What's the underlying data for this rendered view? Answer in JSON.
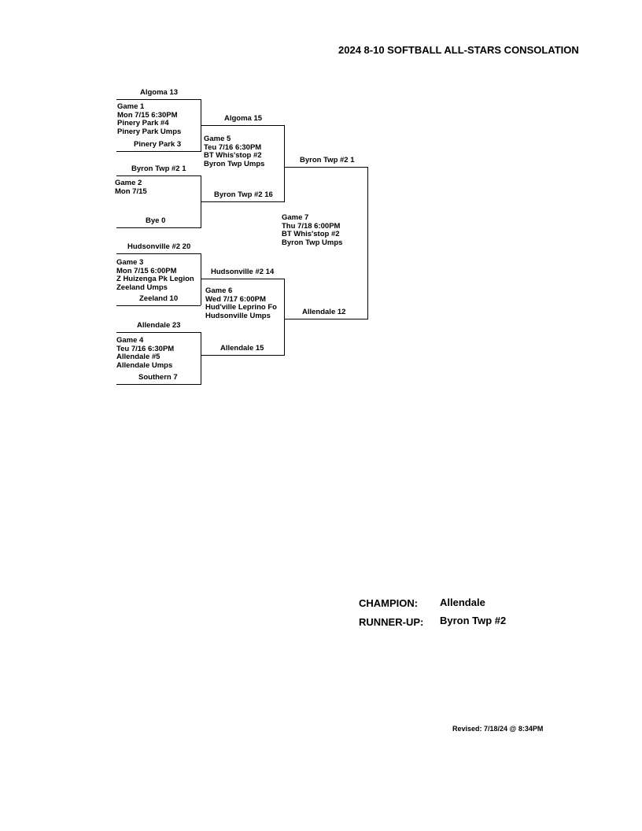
{
  "title": "2024 8-10 SOFTBALL ALL-STARS CONSOLATION",
  "round1": [
    {
      "top": "Algoma  13",
      "bottom": "Pinery Park  3",
      "game": "Game 1",
      "date": "Mon  7/15  6:30PM",
      "field": "Pinery Park #4",
      "umps": "Pinery Park Umps"
    },
    {
      "top": "Byron Twp #2  1",
      "bottom": "Bye  0",
      "game": "Game 2",
      "date": "Mon  7/15"
    },
    {
      "top": "Hudsonville #2  20",
      "bottom": "Zeeland  10",
      "game": "Game 3",
      "date": "Mon  7/15  6:00PM",
      "field": "Z Huizenga Pk Legion",
      "umps": "Zeeland Umps"
    },
    {
      "top": "Allendale  23",
      "bottom": "Southern  7",
      "game": "Game 4",
      "date": "Teu  7/16  6:30PM",
      "field": "Allendale #5",
      "umps": "Allendale Umps"
    }
  ],
  "round2": [
    {
      "top": "Algoma  15",
      "bottom": "Byron Twp #2  16",
      "game": "Game 5",
      "date": "Teu  7/16  6:30PM",
      "field": "BT Whis'stop #2",
      "umps": "Byron Twp Umps"
    },
    {
      "top": "Hudsonville #2  14",
      "bottom": "Allendale  15",
      "game": "Game 6",
      "date": "Wed  7/17  6:00PM",
      "field": "Hud'ville Leprino Fo",
      "umps": "Hudsonville Umps"
    }
  ],
  "final": {
    "top": "Byron Twp #2  1",
    "bottom": "Allendale  12",
    "game": "Game 7",
    "date": "Thu  7/18  6:00PM",
    "field": "BT Whis'stop #2",
    "umps": "Byron Twp Umps"
  },
  "results": {
    "champion_label": "CHAMPION:",
    "champion": "Allendale",
    "runner_up_label": "RUNNER-UP:",
    "runner_up": "Byron Twp #2"
  },
  "revised": "Revised:  7/18/24 @  8:34PM"
}
